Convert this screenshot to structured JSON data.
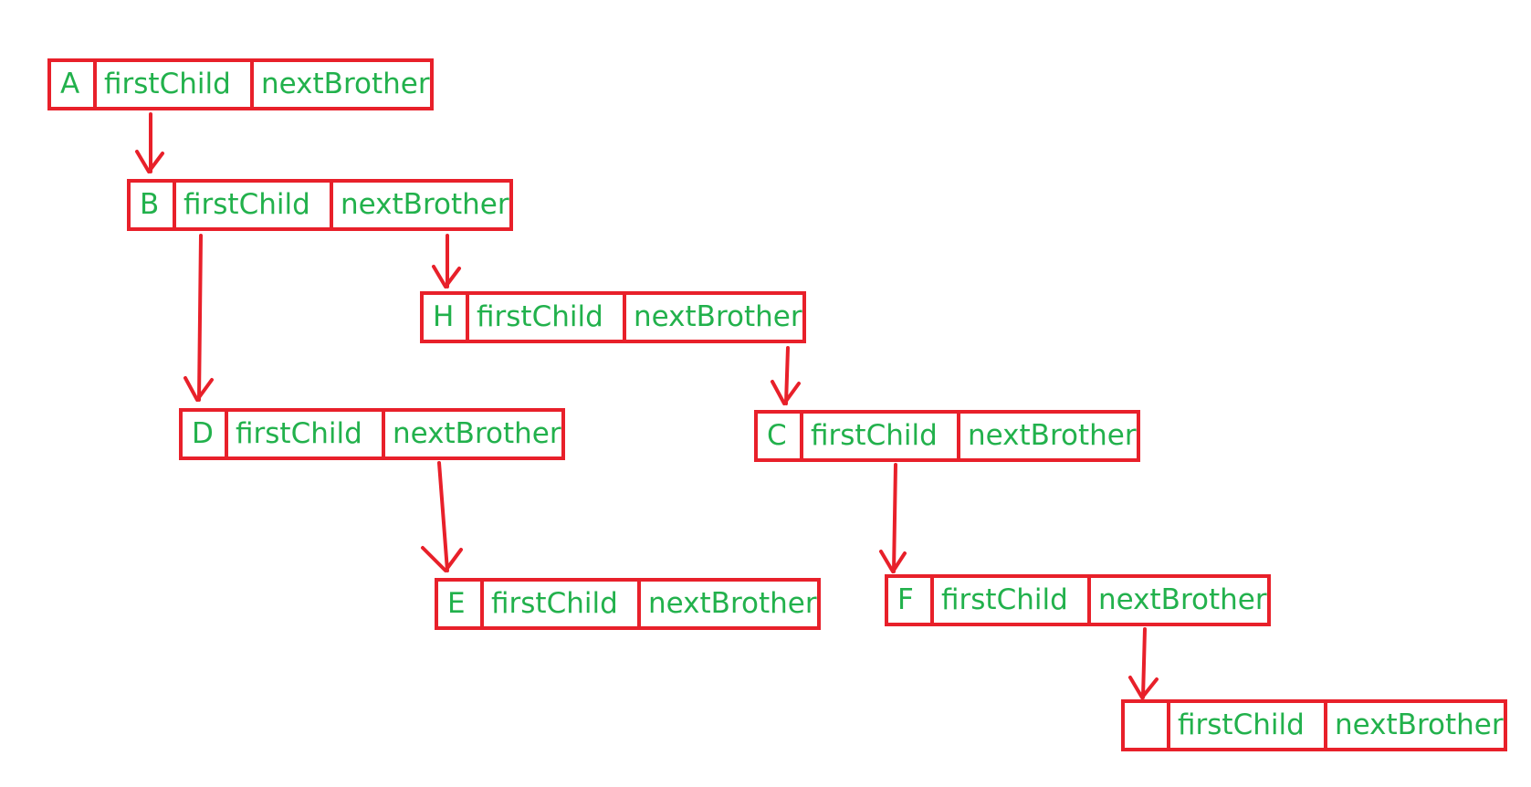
{
  "nodes": [
    {
      "id": "A",
      "label": "A",
      "first": "firstChild",
      "next": "nextBrother"
    },
    {
      "id": "B",
      "label": "B",
      "first": "firstChild",
      "next": "nextBrother"
    },
    {
      "id": "H",
      "label": "H",
      "first": "firstChild",
      "next": "nextBrother"
    },
    {
      "id": "D",
      "label": "D",
      "first": "firstChild",
      "next": "nextBrother"
    },
    {
      "id": "C",
      "label": "C",
      "first": "firstChild",
      "next": "nextBrother"
    },
    {
      "id": "E",
      "label": "E",
      "first": "firstChild",
      "next": "nextBrother"
    },
    {
      "id": "F",
      "label": "F",
      "first": "firstChild",
      "next": "nextBrother"
    },
    {
      "id": "G",
      "label": "",
      "first": "firstChild",
      "next": "nextBrother"
    }
  ],
  "edges": [
    {
      "from": "A",
      "field": "first",
      "to": "B"
    },
    {
      "from": "B",
      "field": "first",
      "to": "D"
    },
    {
      "from": "B",
      "field": "next",
      "to": "H"
    },
    {
      "from": "H",
      "field": "next",
      "to": "C"
    },
    {
      "from": "D",
      "field": "next",
      "to": "E"
    },
    {
      "from": "C",
      "field": "first",
      "to": "F"
    },
    {
      "from": "F",
      "field": "next",
      "to": "G"
    }
  ],
  "colors": {
    "box": "#e8202a",
    "text": "#22b14c",
    "background": "#ffffff"
  }
}
